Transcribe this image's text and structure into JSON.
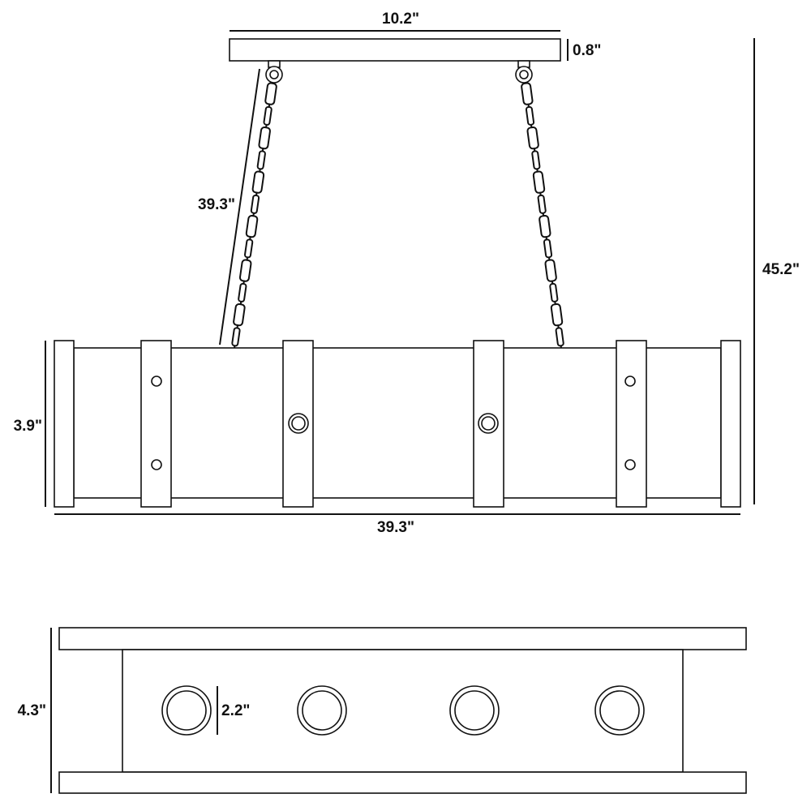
{
  "dimensions": {
    "canopy_width": "10.2\"",
    "canopy_height": "0.8\"",
    "chain_length": "39.3\"",
    "overall_height": "45.2\"",
    "body_height": "3.9\"",
    "body_length": "39.3\"",
    "bottom_height": "4.3\"",
    "socket_diameter": "2.2\""
  }
}
